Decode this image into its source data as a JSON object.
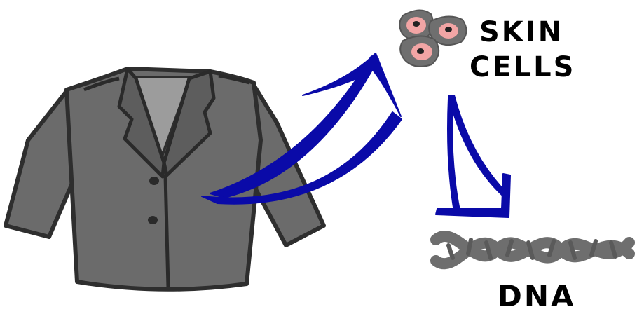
{
  "labels": {
    "skin": "SKIN",
    "cells": "CELLS",
    "dna": "DNA"
  },
  "colors": {
    "jacket_body": "#6b6b6b",
    "jacket_outline": "#2e2e2e",
    "jacket_collar_inner": "#9c9c9c",
    "arrow": "#0a0aa8",
    "cell_body": "#6f6f6f",
    "cell_membrane": "#f2a5a5",
    "cell_nucleus": "#222222",
    "dna_strand": "#6e6e6e",
    "text": "#000000"
  },
  "icons": [
    "jacket-icon",
    "skin-cells-icon",
    "dna-helix-icon",
    "arrow-icon"
  ]
}
